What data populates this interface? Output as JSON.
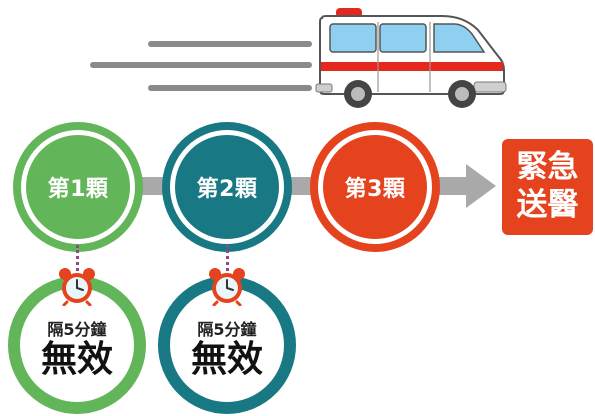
{
  "stages": [
    {
      "label": "第1顆",
      "color": "#63b559"
    },
    {
      "label": "第2顆",
      "color": "#187883"
    },
    {
      "label": "第3顆",
      "color": "#e4431e"
    }
  ],
  "results": [
    {
      "interval": "隔5分鐘",
      "verdict": "無效",
      "ring_color": "#63b559"
    },
    {
      "interval": "隔5分鐘",
      "verdict": "無效",
      "ring_color": "#187883"
    }
  ],
  "emergency": {
    "line1": "緊急",
    "line2": "送醫",
    "color": "#e4431e"
  },
  "icons": {
    "vehicle": "ambulance-icon",
    "timer": "alarm-clock-icon"
  },
  "colors": {
    "arrow": "#a9a9a9",
    "speed_lines": "#8a8a8a",
    "connector": "#8e4a80"
  }
}
